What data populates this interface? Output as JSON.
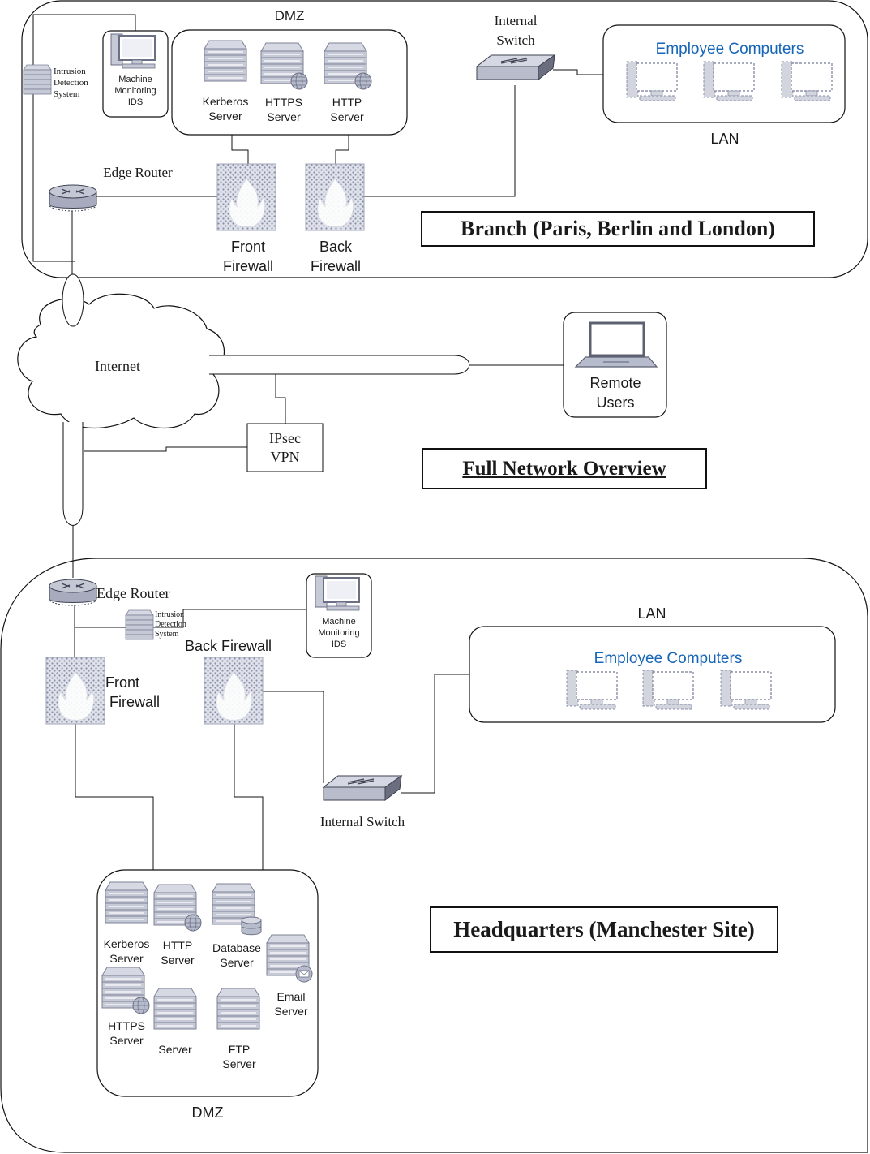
{
  "branch": {
    "title": "Branch (Paris, Berlin and London)",
    "dmz_label": "DMZ",
    "ids_label": [
      "Intrusion",
      "Detection",
      "System"
    ],
    "machine_ids_label": [
      "Machine",
      "Monitoring",
      "IDS"
    ],
    "servers": [
      {
        "line1": "Kerberos",
        "line2": "Server"
      },
      {
        "line1": "HTTPS",
        "line2": "Server"
      },
      {
        "line1": "HTTP",
        "line2": "Server"
      }
    ],
    "internal_switch_label": [
      "Internal",
      "Switch"
    ],
    "lan_title": "Employee Computers",
    "lan_label": "LAN",
    "edge_router_label": "Edge Router",
    "front_firewall_label": [
      "Front",
      "Firewall"
    ],
    "back_firewall_label": [
      "Back",
      "Firewall"
    ]
  },
  "overview": {
    "title": "Full Network Overview",
    "internet_label": "Internet",
    "remote_users_label": [
      "Remote",
      "Users"
    ],
    "vpn_label": [
      "IPsec",
      "VPN"
    ]
  },
  "hq": {
    "title": "Headquarters (Manchester Site)",
    "edge_router_label": "Edge Router",
    "ids_label": [
      "Intrusion",
      "Detection",
      "System"
    ],
    "machine_ids_label": [
      "Machine",
      "Monitoring",
      "IDS"
    ],
    "back_firewall_label": "Back Firewall",
    "front_firewall_label": [
      "Front",
      "Firewall"
    ],
    "lan_label": "LAN",
    "lan_title": "Employee Computers",
    "internal_switch_label": "Internal Switch",
    "dmz_label": "DMZ",
    "servers": {
      "kerberos": [
        "Kerberos",
        "Server"
      ],
      "http": [
        "HTTP",
        "Server"
      ],
      "database": [
        "Database",
        "Server"
      ],
      "email": [
        "Email",
        "Server"
      ],
      "https": [
        "HTTPS",
        "Server"
      ],
      "server": [
        "Server"
      ],
      "ftp": [
        "FTP",
        "Server"
      ]
    }
  },
  "colors": {
    "device_fill": "#c9ccd8",
    "device_stroke": "#6b7085",
    "link_text": "#1565b8",
    "line": "#1a1a1a"
  }
}
